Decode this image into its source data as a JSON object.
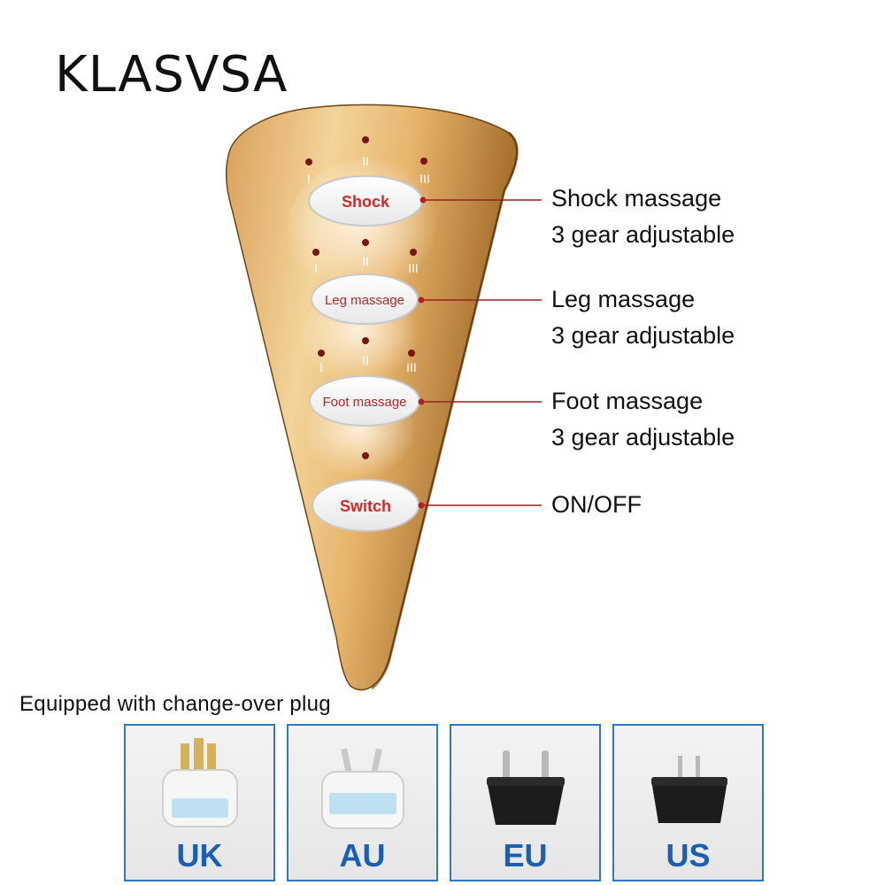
{
  "brand": "KLASVSA",
  "panel": {
    "buttons": [
      {
        "label": "Shock"
      },
      {
        "label": "Leg massage"
      },
      {
        "label": "Foot massage"
      },
      {
        "label": "Switch"
      }
    ],
    "levels": [
      "I",
      "II",
      "III"
    ],
    "colors": {
      "gold_light": "#f1ce8e",
      "gold_mid": "#c98f45",
      "gold_dark": "#8a5719",
      "text_red": "#d42828",
      "button_text": "#b02828",
      "line": "#9a1f1f"
    }
  },
  "callouts": [
    {
      "line1": "Shock massage",
      "line2": "3 gear adjustable"
    },
    {
      "line1": "Leg massage",
      "line2": "3 gear adjustable"
    },
    {
      "line1": "Foot massage",
      "line2": "3 gear adjustable"
    },
    {
      "line1": "ON/OFF",
      "line2": ""
    }
  ],
  "plugs": {
    "heading": "Equipped with change-over plug",
    "items": [
      {
        "label": "UK",
        "icon": "uk-plug-adapter-icon"
      },
      {
        "label": "AU",
        "icon": "au-plug-adapter-icon"
      },
      {
        "label": "EU",
        "icon": "eu-plug-adapter-icon"
      },
      {
        "label": "US",
        "icon": "us-plug-adapter-icon"
      }
    ],
    "label_color": "#1a5fb4",
    "border_color": "#2f78c4"
  }
}
